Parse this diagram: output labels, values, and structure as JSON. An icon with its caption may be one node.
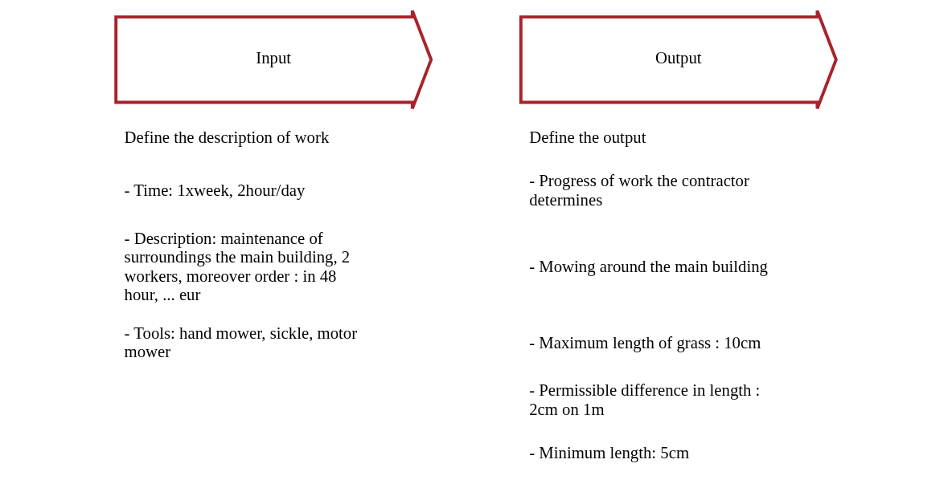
{
  "diagram": {
    "nodes": [
      {
        "text": [
          "Input"
        ]
      },
      {
        "text": [
          "Output"
        ]
      }
    ],
    "edges": [],
    "labels": [
      "Define the description of work",
      "- Time: 1xweek, 2hour/day",
      "- Description: maintenance of surroundings the main building, 2 workers, moreover order : in 48 hour, ... eur",
      "- Tools: hand mower, sickle, motor mower",
      "Define the output",
      "- Progress of work the contractor determines",
      "- Mowing around the main building",
      "- Maximum length of grass : 10cm",
      "- Permissible difference in length : 2cm on 1m",
      "- Minimum length: 5cm"
    ]
  }
}
